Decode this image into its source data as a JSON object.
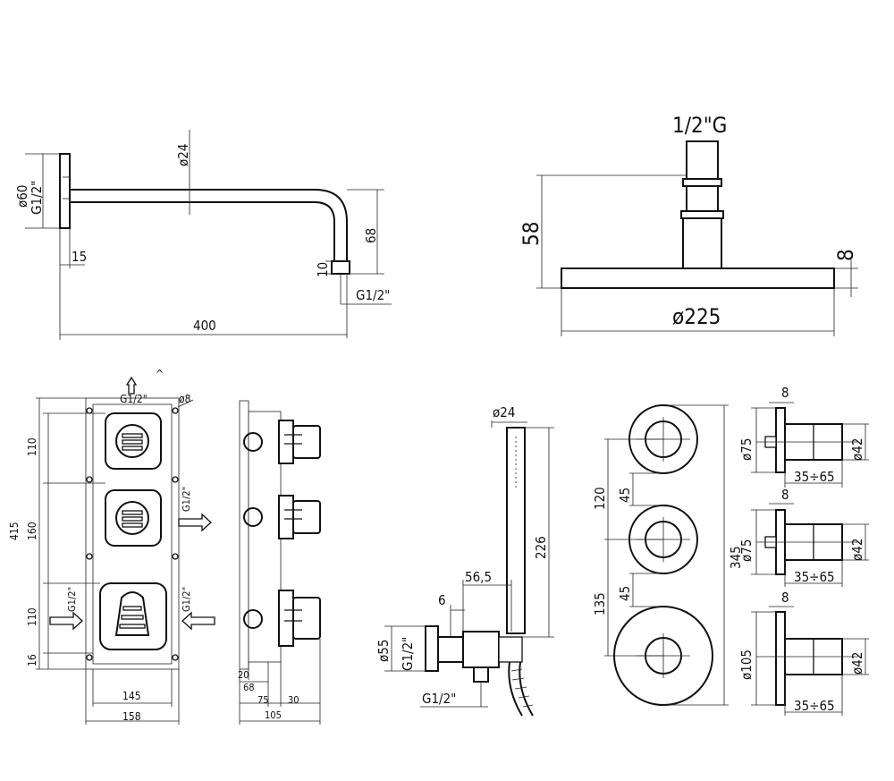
{
  "shower_arm": {
    "dim_flange_dia": "ø60",
    "dim_flange_thread": "G1/2\"",
    "dim_pipe_dia": "ø24",
    "dim_flange_depth": "15",
    "dim_drop": "68",
    "dim_outlet": "10",
    "dim_outlet_thread": "G1/2\"",
    "dim_length": "400"
  },
  "shower_head": {
    "dim_thread": "1/2\"G",
    "dim_height": "58",
    "dim_thickness": "8",
    "dim_diameter": "ø225"
  },
  "valve_box": {
    "top_thread": "G1/2\"",
    "hole_dia": "ø8",
    "dim_top": "110",
    "dim_mid": "160",
    "dim_bottom": "110",
    "dim_base": "16",
    "dim_total": "415",
    "dim_width_inner": "145",
    "dim_width_outer": "158",
    "side_thread_upper": "G1/2\"",
    "side_thread_lower_right": "G1/2\"",
    "side_thread_lower_left": "G1/2\""
  },
  "valve_side": {
    "dim_20": "20",
    "dim_68": "68",
    "dim_75": "75",
    "dim_30": "30",
    "dim_105": "105"
  },
  "hand_shower": {
    "dim_dia": "ø24",
    "dim_length": "226",
    "dim_56_5": "56,5",
    "dim_6": "6",
    "dim_flange_dia": "ø55",
    "dim_flange_thread": "G1/2\"",
    "dim_outlet_thread": "G1/2\""
  },
  "plate": {
    "dim_120": "120",
    "dim_45a": "45",
    "dim_45b": "45",
    "dim_135": "135",
    "dim_345": "345"
  },
  "knobs": [
    {
      "flange": "ø75",
      "knob": "ø42",
      "depth": "8",
      "range": "35÷65"
    },
    {
      "flange": "ø75",
      "knob": "ø42",
      "depth": "8",
      "range": "35÷65"
    },
    {
      "flange": "ø105",
      "knob": "ø42",
      "depth": "8",
      "range": "35÷65"
    }
  ]
}
